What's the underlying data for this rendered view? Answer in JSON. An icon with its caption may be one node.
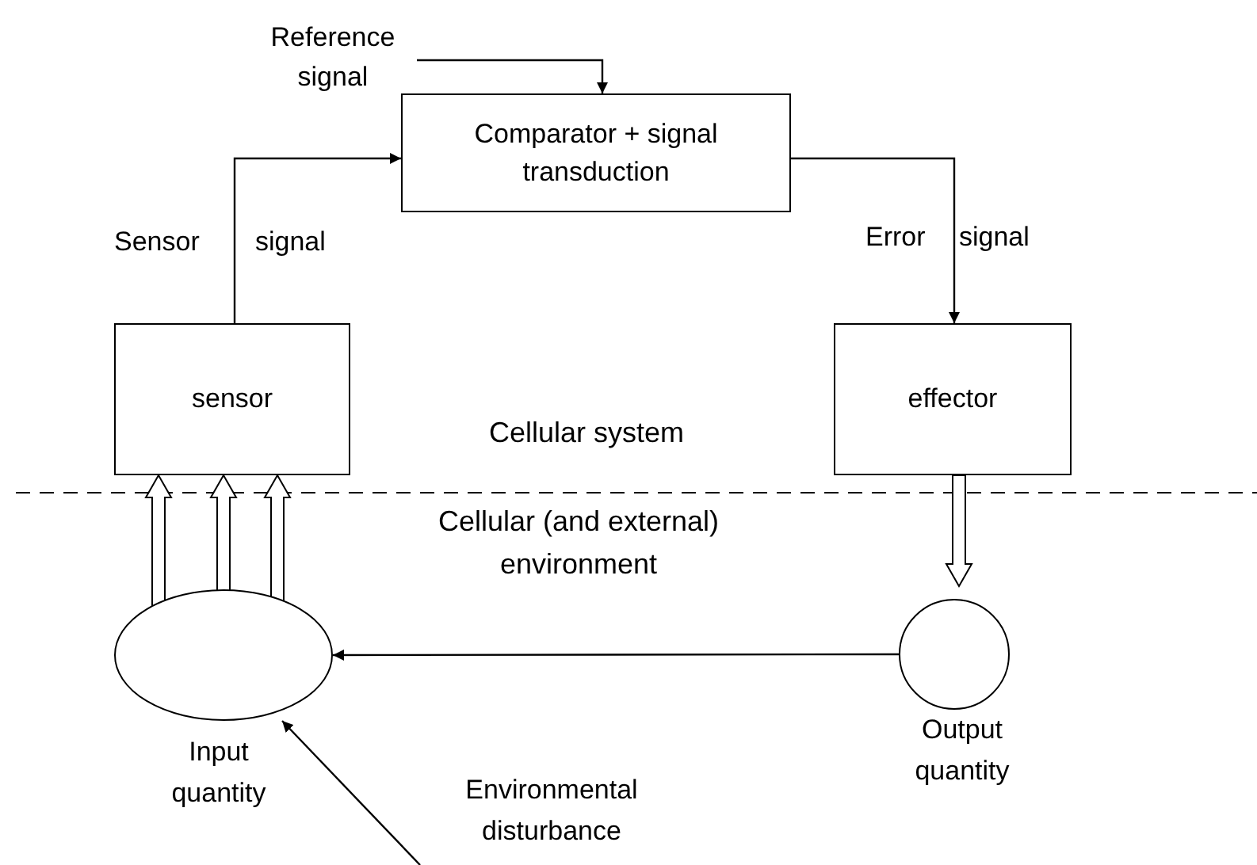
{
  "diagram": {
    "nodes": [
      {
        "text": [
          "Comparator + signal transduction"
        ]
      },
      {
        "text": [
          "sensor"
        ]
      },
      {
        "text": [
          "effector"
        ]
      },
      {
        "text": [],
        "shape": "ellipse",
        "beside": [
          "Input quantity"
        ]
      },
      {
        "text": [],
        "shape": "circle",
        "beside": [
          "Output quantity"
        ]
      },
      {
        "text": [
          "Reference signal"
        ]
      }
    ],
    "edges": [
      {
        "from": 5,
        "to": 0,
        "arrow": "to"
      },
      {
        "from": 1,
        "to": 0,
        "arrow": "to"
      },
      {
        "from": 0,
        "to": 2,
        "arrow": "to"
      },
      {
        "from": 3,
        "to": 1,
        "arrow": "to",
        "style": "thick"
      },
      {
        "from": 3,
        "to": 1,
        "arrow": "to",
        "style": "thick"
      },
      {
        "from": 3,
        "to": 1,
        "arrow": "to",
        "style": "thick"
      },
      {
        "from": 2,
        "to": 4,
        "arrow": "to",
        "style": "thick"
      },
      {
        "from": 4,
        "to": 3,
        "arrow": "to"
      },
      {
        "from": null,
        "to": 3,
        "arrow": "to",
        "label": "Environmental disturbance"
      }
    ],
    "labels": [
      "Sensor",
      "signal",
      "Error",
      "signal",
      "Cellular system",
      "Cellular (and external) environment"
    ]
  }
}
